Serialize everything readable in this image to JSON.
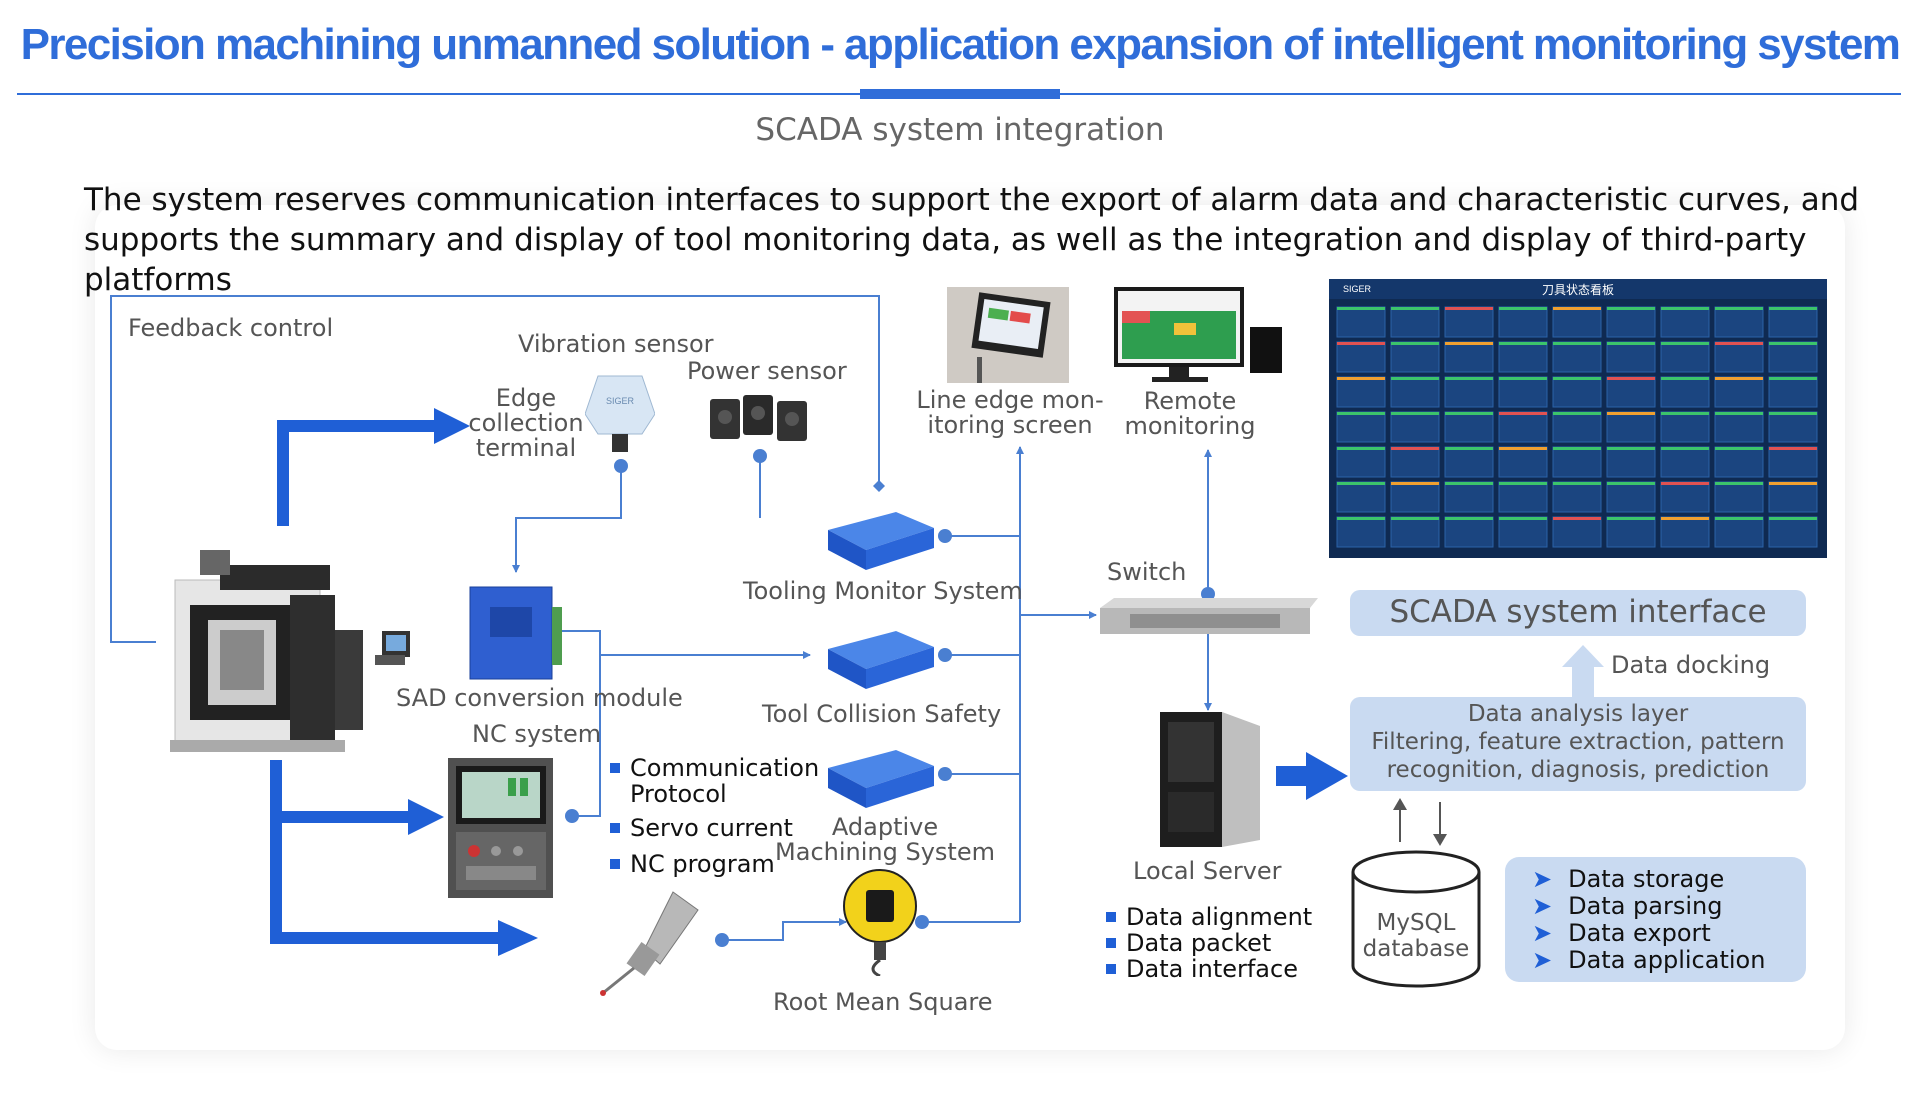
{
  "header": {
    "title": "Precision machining unmanned solution - application expansion of intelligent monitoring system",
    "subtitle": "SCADA system integration",
    "description": "The system reserves communication interfaces to support the export of alarm data and characteristic curves, and supports the summary and display of tool monitoring data, as well as the integration and display of third-party platforms"
  },
  "diagram": {
    "feedback_control": "Feedback control",
    "vibration_sensor": "Vibration sensor",
    "power_sensor": "Power sensor",
    "edge_terminal": [
      "Edge",
      "collection",
      "terminal"
    ],
    "sensor_brand": "SIGER",
    "sad_module": "SAD conversion module",
    "nc_system": "NC system",
    "tooling_monitor": "Tooling Monitor System",
    "tool_collision": "Tool Collision Safety",
    "adaptive": [
      "Adaptive",
      "Machining System"
    ],
    "rms": "Root Mean Square",
    "line_edge_screen": [
      "Line edge mon-",
      "itoring screen"
    ],
    "remote_monitoring": [
      "Remote",
      "monitoring"
    ],
    "switch": "Switch",
    "local_server": "Local Server",
    "dashboard_title": "刀具状态看板",
    "dashboard_brand": "SIGER",
    "nc_signals": [
      "Communication",
      "Protocol",
      "Servo current",
      "NC program"
    ],
    "server_items": [
      "Data alignment",
      "Data packet",
      "Data interface"
    ],
    "scada_interface": "SCADA system interface",
    "data_docking": "Data docking",
    "analysis_layer": {
      "title": "Data analysis layer",
      "lines": [
        "Filtering, feature extraction, pattern",
        "recognition, diagnosis, prediction"
      ]
    },
    "mysql": [
      "MySQL",
      "database"
    ],
    "data_items": [
      "Data storage",
      "Data parsing",
      "Data export",
      "Data application"
    ]
  },
  "colors": {
    "accent": "#2f6dd9",
    "arrow_blue": "#1f5fd6",
    "connector": "#4a7fd1",
    "box_fill": "#c9daf1",
    "dashboard_bg": "#0f2a52"
  },
  "icons": {
    "bullet": "blue-square-icon",
    "data_item_bullet": "chevron-right-icon"
  }
}
